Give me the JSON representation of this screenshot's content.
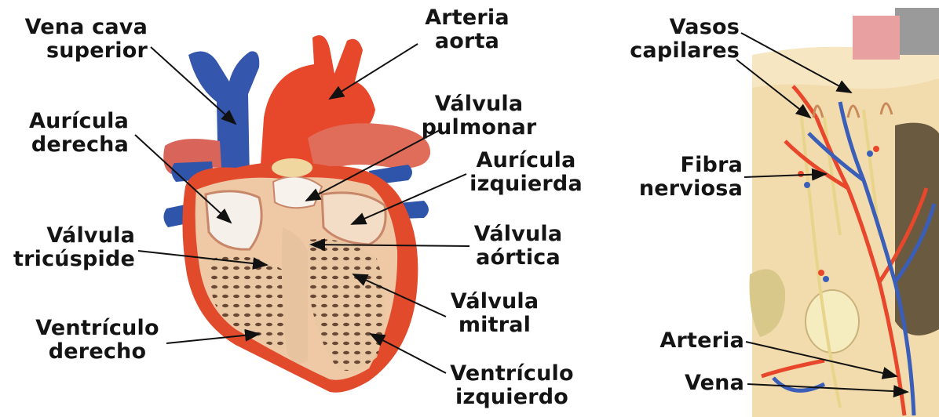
{
  "heart": {
    "labels": {
      "vena_cava_superior": [
        "Vena cava",
        "superior"
      ],
      "arteria_aorta": [
        "Arteria",
        "aorta"
      ],
      "valvula_pulmonar": [
        "Válvula",
        "pulmonar"
      ],
      "auricula_derecha": [
        "Aurícula",
        "derecha"
      ],
      "auricula_izquierda": [
        "Aurícula",
        "izquierda"
      ],
      "valvula_tricuspide": [
        "Válvula",
        "tricúspide"
      ],
      "valvula_aortica": [
        "Válvula",
        "aórtica"
      ],
      "valvula_mitral": [
        "Válvula",
        "mitral"
      ],
      "ventriculo_derecho": [
        "Ventrículo",
        "derecho"
      ],
      "ventriculo_izquierdo": [
        "Ventrículo",
        "izquierdo"
      ]
    }
  },
  "skin": {
    "labels": {
      "vasos_capilares": [
        "Vasos",
        "capilares"
      ],
      "fibra_nerviosa": [
        "Fibra",
        "nerviosa"
      ],
      "arteria": "Arteria",
      "vena": "Vena"
    }
  },
  "colors": {
    "artery_red": "#e8472c",
    "vein_blue": "#3b5fb8",
    "tissue_beige": "#f2dcae",
    "nerve_yellow": "#f5e6a0"
  }
}
